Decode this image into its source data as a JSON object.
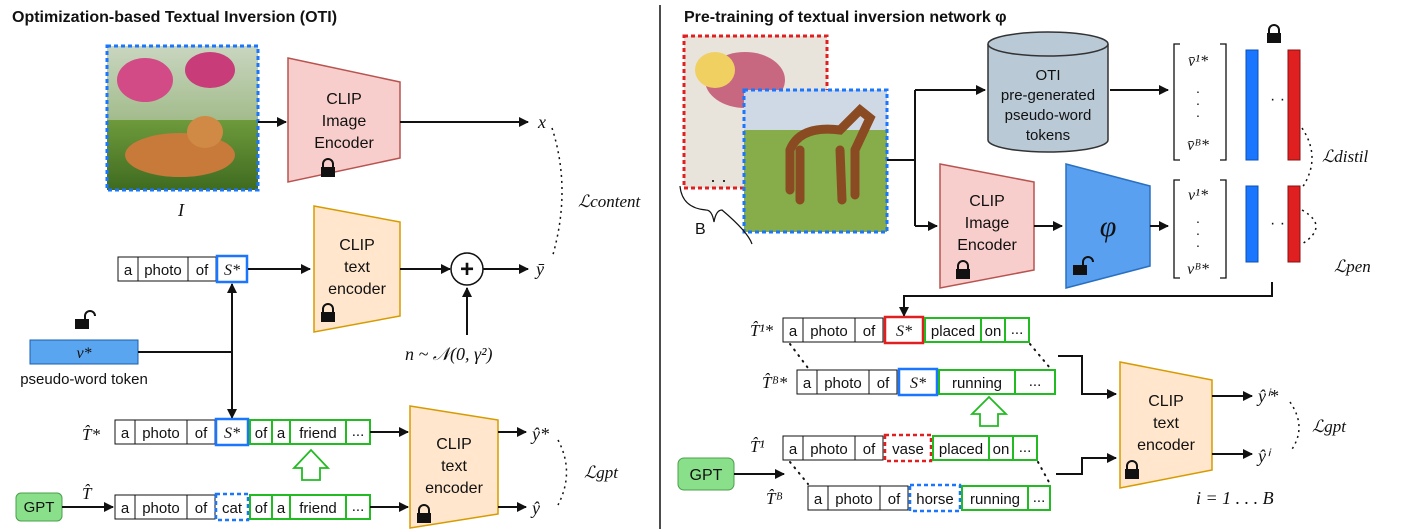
{
  "left": {
    "title": "Optimization-based Textual Inversion (OTI)",
    "image_label": "I",
    "image_encoder": [
      "CLIP",
      "Image",
      "Encoder"
    ],
    "output_x": "x",
    "loss_content": "ℒcontent",
    "prompt_tokens": [
      "a",
      "photo",
      "of"
    ],
    "token_s": "S*",
    "text_encoder": [
      "CLIP",
      "text",
      "encoder"
    ],
    "plus": "+",
    "y_bar": "ȳ",
    "noise": "n ~ 𝒩(0, γ²)",
    "pseudo_word": "v*",
    "pseudo_word_label": "pseudo-word token",
    "t_star_label": "T̂*",
    "t_star_tokens": [
      "a",
      "photo",
      "of",
      "S*",
      "of",
      "a",
      "friend",
      "..."
    ],
    "t_label": "T̂",
    "t_tokens": [
      "a",
      "photo",
      "of",
      "cat",
      "of",
      "a",
      "friend",
      "..."
    ],
    "gpt": "GPT",
    "text_encoder2": [
      "CLIP",
      "text",
      "encoder"
    ],
    "y_star": "ŷ*",
    "y_hat": "ŷ",
    "loss_gpt": "ℒgpt"
  },
  "right": {
    "title": "Pre-training of textual inversion network φ",
    "batch_label": "B",
    "db_label": [
      "OTI",
      "pre-generated",
      "pseudo-word",
      "tokens"
    ],
    "vbar_top": "v̄¹*",
    "vbar_bottom": "v̄ᴮ*",
    "v_top": "v¹*",
    "v_bottom": "vᴮ*",
    "loss_distil": "ℒdistil",
    "loss_pen": "ℒpen",
    "image_encoder": [
      "CLIP",
      "Image",
      "Encoder"
    ],
    "phi": "φ",
    "row1_label": "T̂¹*",
    "row1_tokens": [
      "a",
      "photo",
      "of",
      "S*",
      "placed",
      "on",
      "..."
    ],
    "row2_label": "T̂ᴮ*",
    "row2_tokens": [
      "a",
      "photo",
      "of",
      "S*",
      "running",
      "..."
    ],
    "row3_label": "T̂¹",
    "row3_tokens": [
      "a",
      "photo",
      "of",
      "vase",
      "placed",
      "on",
      "..."
    ],
    "row4_label": "T̂ᴮ",
    "row4_tokens": [
      "a",
      "photo",
      "of",
      "horse",
      "running",
      "..."
    ],
    "gpt": "GPT",
    "text_encoder": [
      "CLIP",
      "text",
      "encoder"
    ],
    "y_star_i": "ŷⁱ*",
    "y_i": "ŷⁱ",
    "loss_gpt": "ℒgpt",
    "i_range": "i = 1 . . . B"
  },
  "colors": {
    "clip_image_fill": "#f8cecc",
    "clip_image_stroke": "#b85450",
    "clip_text_fill": "#ffe6cc",
    "clip_text_stroke": "#d79b00",
    "blue": "#1a75ff",
    "red": "#e02020",
    "green": "#22bb22",
    "gpt_fill": "#8ae08a",
    "db_fill": "#b9c9d6",
    "phi_fill": "#5aa0f0",
    "vtoken_fill": "#5aa5f0"
  }
}
